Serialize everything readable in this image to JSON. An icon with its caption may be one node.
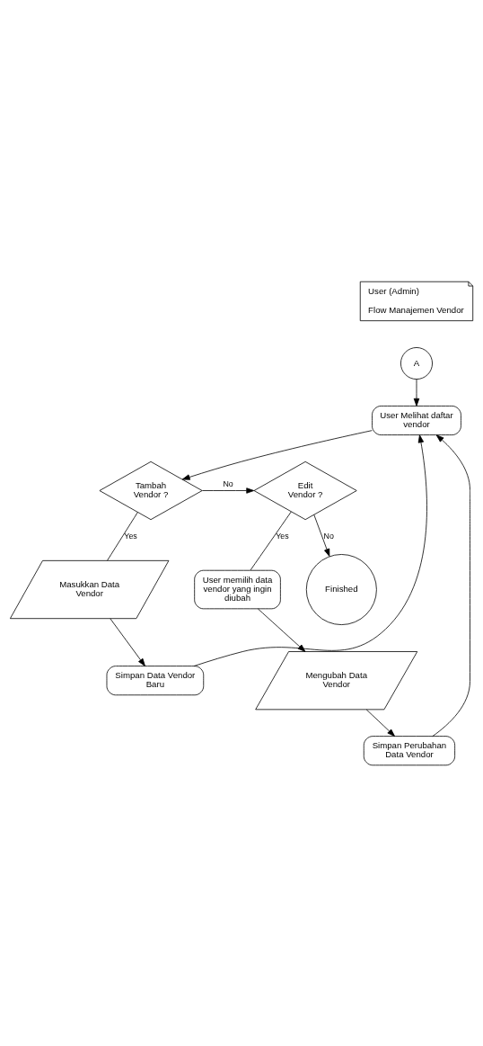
{
  "diagram": {
    "nodes": [
      {
        "text": [
          "User (Admin)",
          "Flow Manajemen Vendor"
        ]
      },
      {
        "text": [
          "A"
        ]
      },
      {
        "text": [
          "User Melihat daftar vendor"
        ]
      },
      {
        "text": [
          "Tambah Vendor ?"
        ]
      },
      {
        "text": [
          "Edit Vendor ?"
        ]
      },
      {
        "text": [
          "User memilih data vendor yang ingin diubah"
        ]
      },
      {
        "text": [
          "Mengubah Data Vendor"
        ]
      },
      {
        "text": [
          "Simpan Perubahan Data Vendor"
        ]
      },
      {
        "text": [
          "Masukkan Data Vendor"
        ]
      },
      {
        "text": [
          "Simpan Data Vendor Baru"
        ]
      },
      {
        "text": [
          "Finished"
        ]
      }
    ],
    "edges": [
      {
        "from": 1,
        "to": 2,
        "arrow": "to"
      },
      {
        "from": 2,
        "to": 3,
        "arrow": "to"
      },
      {
        "from": 3,
        "to": 4,
        "arrow": "to",
        "label": "No"
      },
      {
        "from": 3,
        "to": 8,
        "arrow": "none",
        "label": "Yes"
      },
      {
        "from": 4,
        "to": 5,
        "arrow": "none",
        "label": "Yes"
      },
      {
        "from": 5,
        "to": 6,
        "arrow": "to"
      },
      {
        "from": 6,
        "to": 7,
        "arrow": "to"
      },
      {
        "from": 8,
        "to": 9,
        "arrow": "to"
      },
      {
        "from": 9,
        "to": 2,
        "arrow": "to"
      },
      {
        "from": 7,
        "to": 2,
        "arrow": "to"
      },
      {
        "from": 4,
        "to": 10,
        "arrow": "to",
        "label": "No"
      }
    ]
  }
}
